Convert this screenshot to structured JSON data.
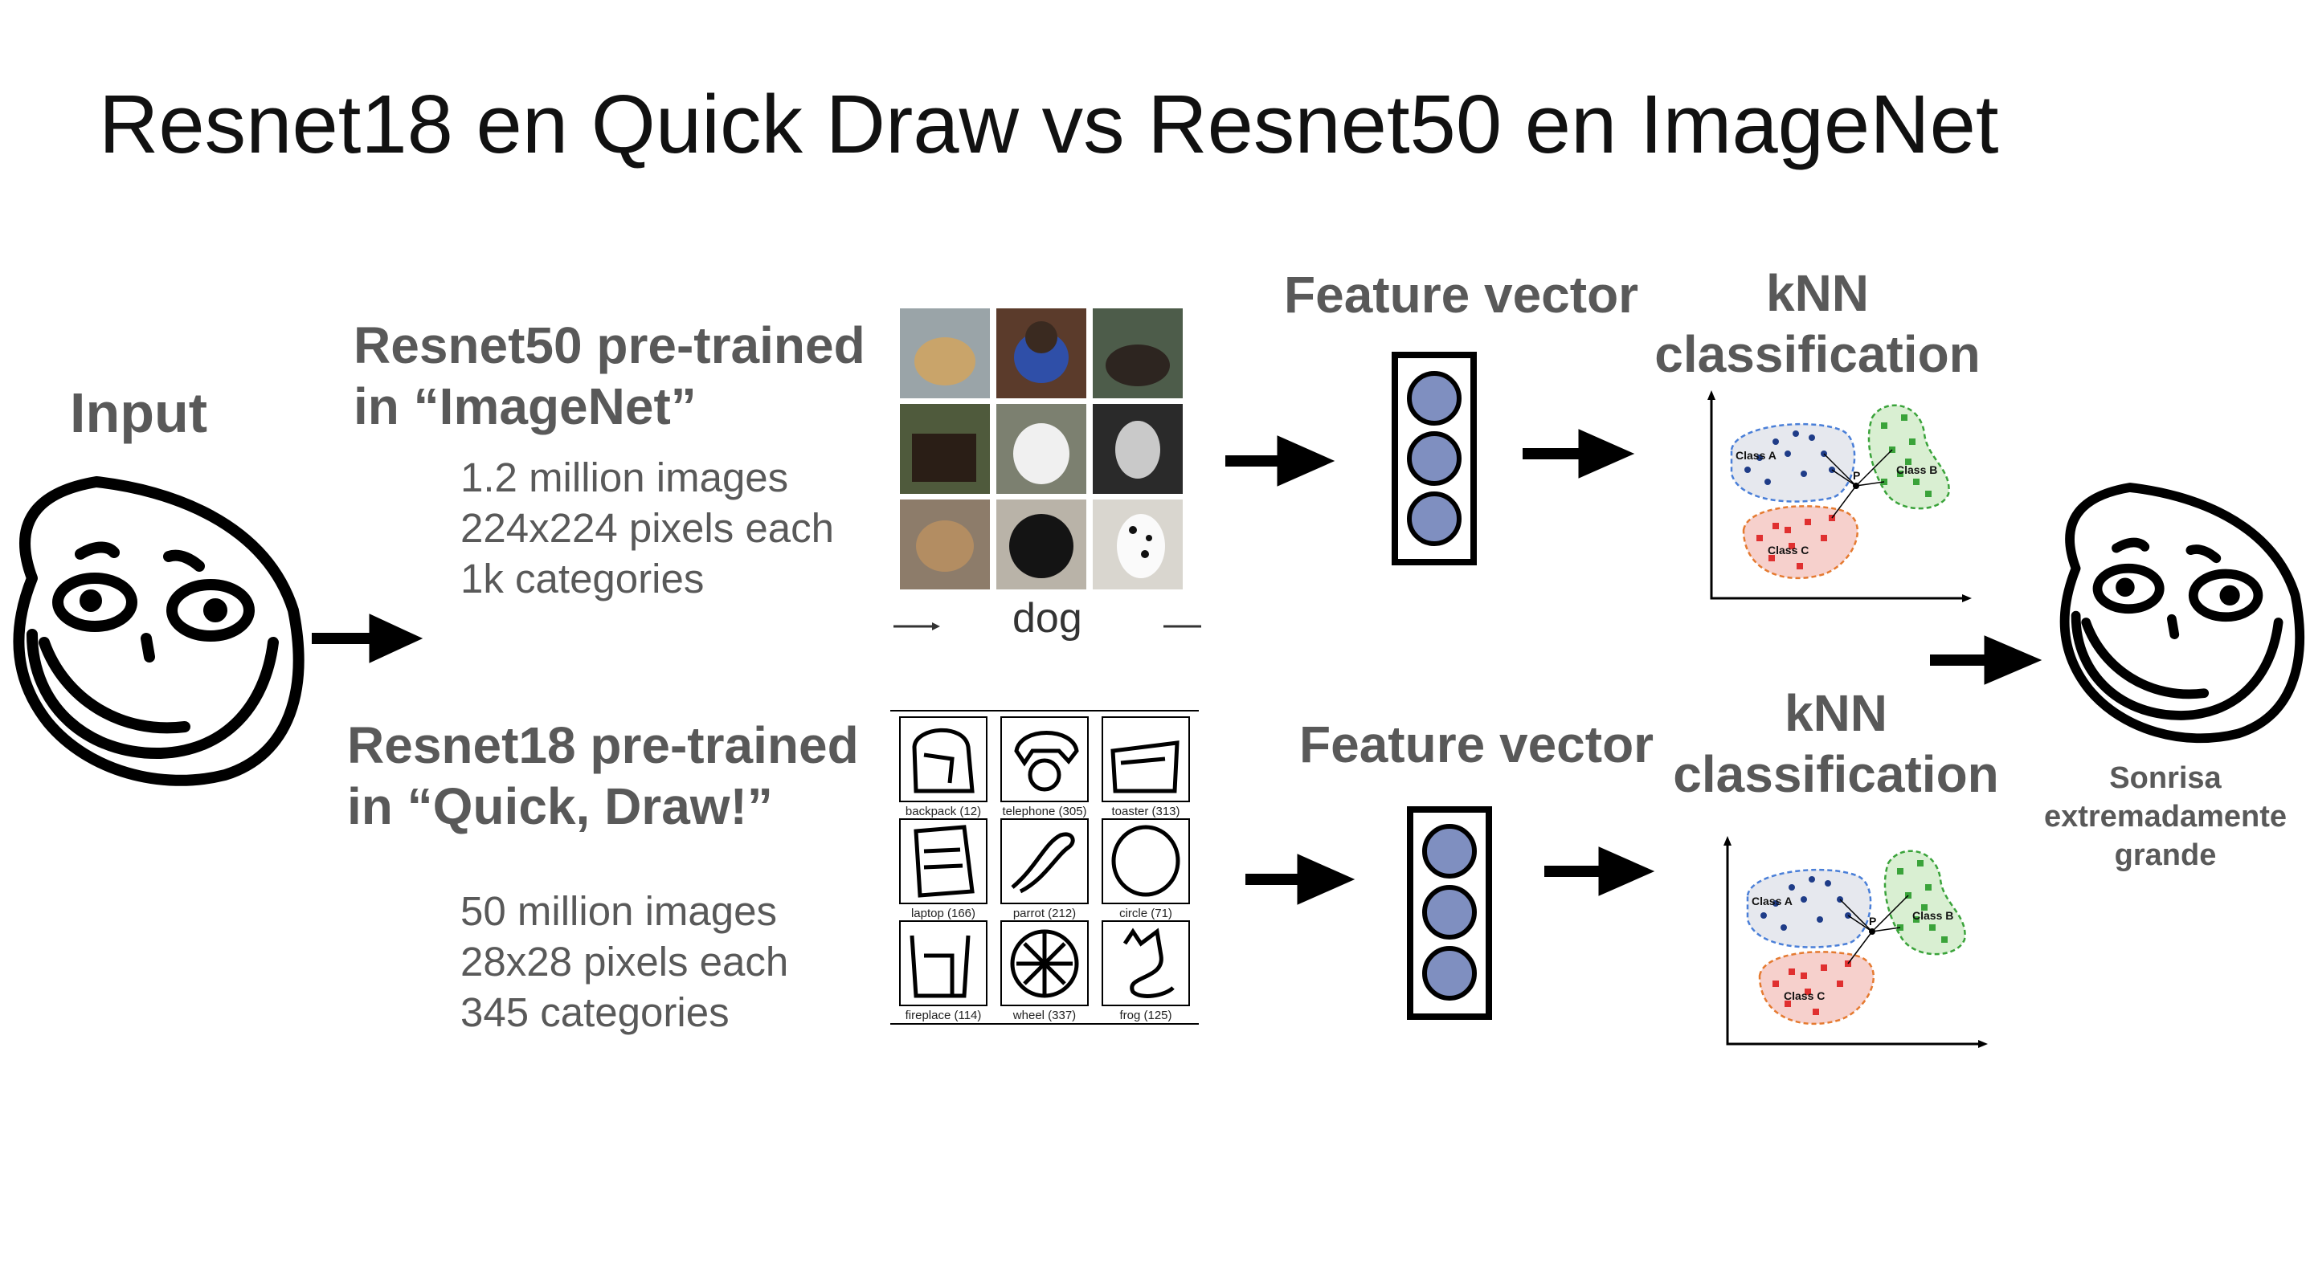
{
  "title": "Resnet18 en Quick Draw vs Resnet50 en ImageNet",
  "input": {
    "label": "Input"
  },
  "models": [
    {
      "title_line1": "Resnet50 pre-trained",
      "title_line2": "in “ImageNet”",
      "stats": [
        "1.2 million images",
        "224x224 pixels each",
        "1k categories"
      ],
      "example_caption": "dog",
      "feature_label": "Feature vector",
      "knn_line1": "kNN",
      "knn_line2": "classification",
      "cluster_labels": [
        "Class A",
        "Class B",
        "Class C",
        "P"
      ]
    },
    {
      "title_line1": "Resnet18 pre-trained",
      "title_line2": "in “Quick, Draw!”",
      "stats": [
        "50 million images",
        "28x28 pixels each",
        "345 categories"
      ],
      "sketch_labels": [
        "backpack (12)",
        "telephone (305)",
        "toaster (313)",
        "laptop (166)",
        "parrot (212)",
        "circle (71)",
        "fireplace (114)",
        "wheel (337)",
        "frog (125)"
      ],
      "feature_label": "Feature vector",
      "knn_line1": "kNN",
      "knn_line2": "classification",
      "cluster_labels": [
        "Class A",
        "Class B",
        "Class C",
        "P"
      ]
    }
  ],
  "output": {
    "line1": "Sonrisa",
    "line2": "extremadamente",
    "line3": "grande"
  },
  "colors": {
    "title": "#111111",
    "label": "#595959",
    "node_fill": "#7f8fc0",
    "class_a": "#1f3c88",
    "class_b": "#3aa33a",
    "class_c": "#e03030"
  }
}
